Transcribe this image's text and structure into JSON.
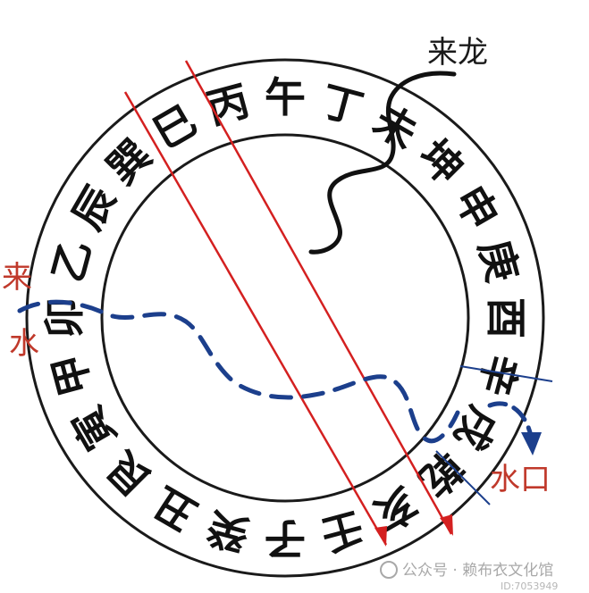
{
  "ring": {
    "characters": [
      "午",
      "丁",
      "未",
      "坤",
      "申",
      "庚",
      "酉",
      "辛",
      "戌",
      "乾",
      "亥",
      "壬",
      "子",
      "癸",
      "丑",
      "艮",
      "寅",
      "甲",
      "卯",
      "乙",
      "辰",
      "巽",
      "巳",
      "丙"
    ]
  },
  "labels": {
    "dragon": "来龙",
    "water_in_top": "来",
    "water_in_bottom": "水",
    "water_outlet": "水口"
  },
  "watermark": {
    "text": "公众号 · 赖布衣文化馆",
    "id": "ID:7053949"
  },
  "colors": {
    "ring_stroke": "#1a1a1a",
    "axis_lines": "#d42020",
    "dragon_line": "#111111",
    "water_path": "#1c3f8c",
    "labels_red": "#c0392b",
    "outlet_line": "#1c3f8c"
  },
  "icons": {
    "dragon": "wavy-black-line",
    "water": "dashed-blue-path",
    "outlet_arrow": "blue-arrow"
  }
}
